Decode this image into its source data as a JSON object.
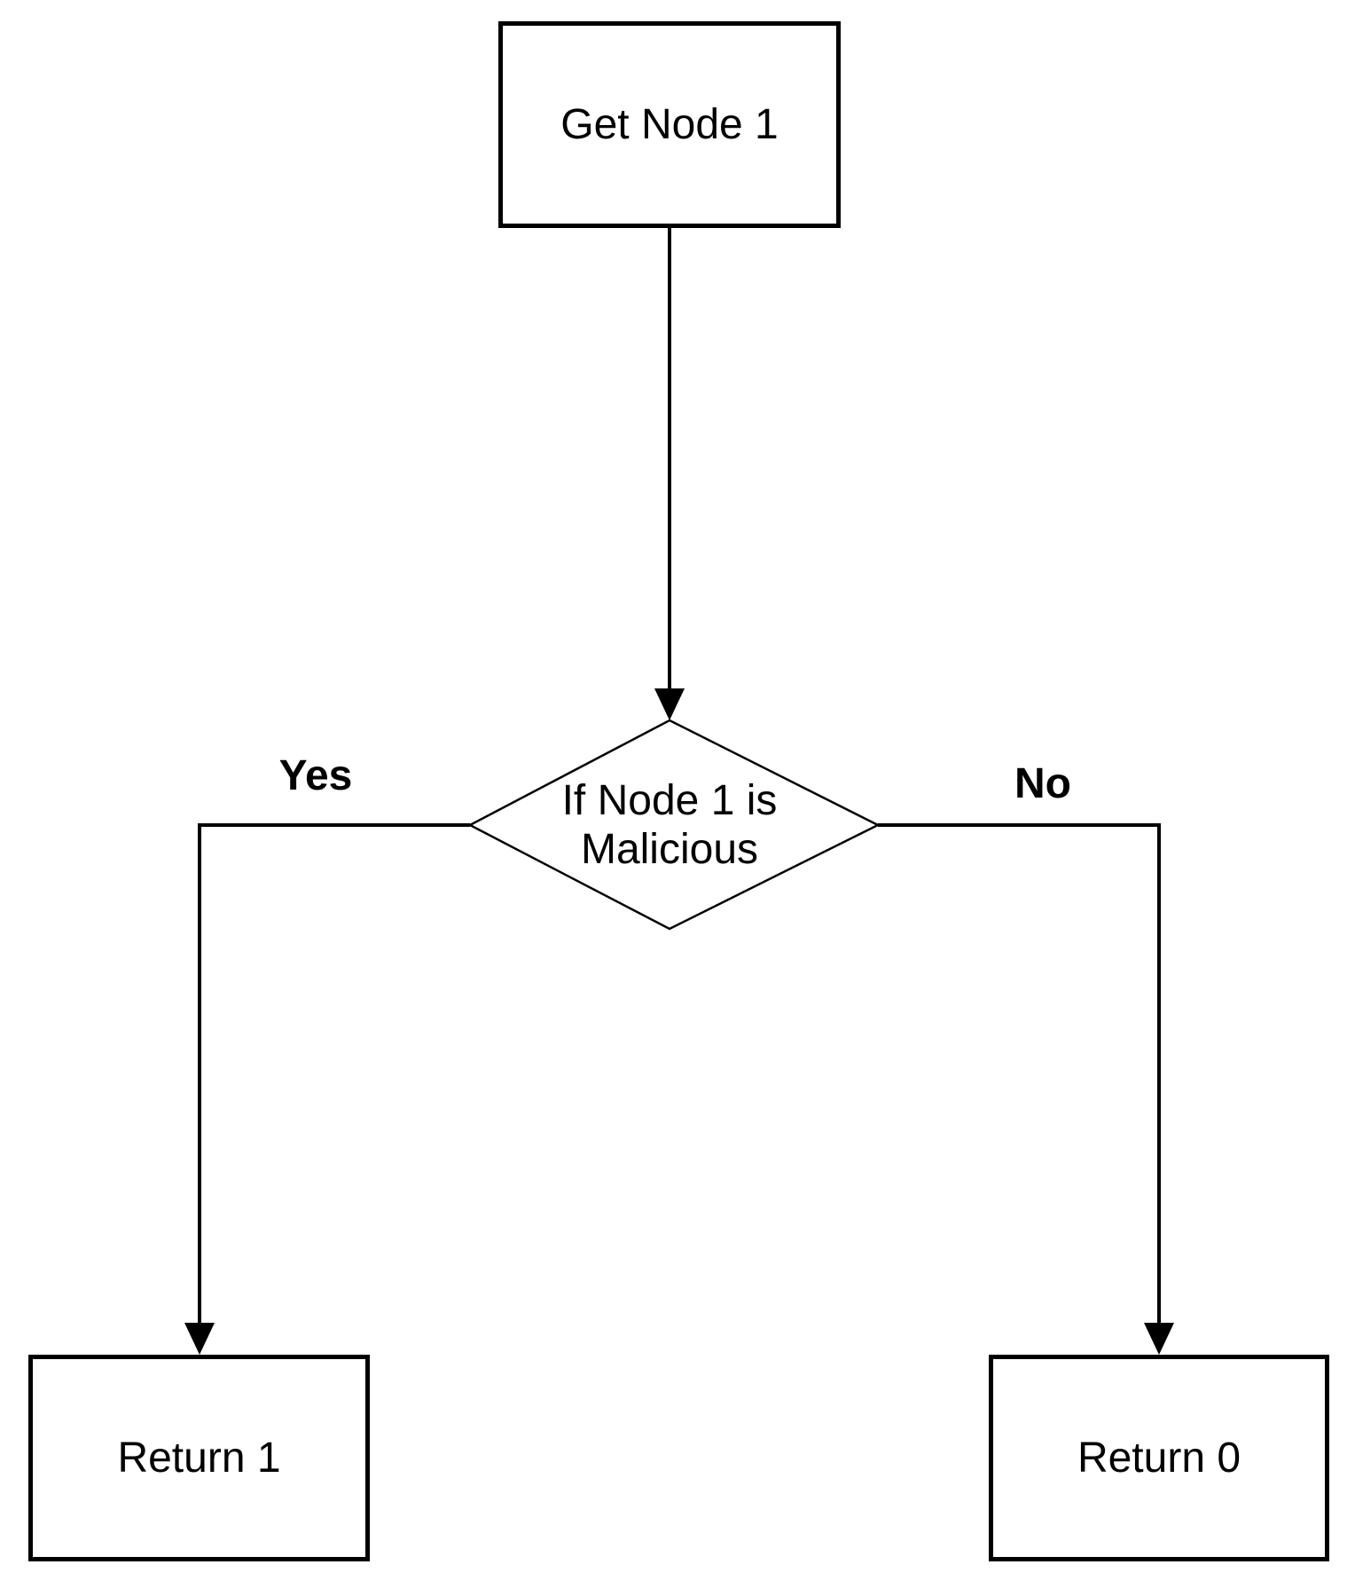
{
  "diagram": {
    "title": "node-maliciousness-check-flowchart",
    "colors": {
      "background": "#ffffff",
      "line": "#000000",
      "text": "#000000"
    },
    "nodes": {
      "start": {
        "type": "process",
        "label": "Get Node 1"
      },
      "decision": {
        "type": "decision",
        "label": "If Node 1 is\nMalicious"
      },
      "return1": {
        "type": "process",
        "label": "Return 1"
      },
      "return0": {
        "type": "process",
        "label": "Return 0"
      }
    },
    "edges": {
      "start_to_decision": {
        "from": "start",
        "to": "decision",
        "label": ""
      },
      "yes_branch": {
        "from": "decision",
        "to": "return1",
        "label": "Yes"
      },
      "no_branch": {
        "from": "decision",
        "to": "return0",
        "label": "No"
      }
    }
  }
}
